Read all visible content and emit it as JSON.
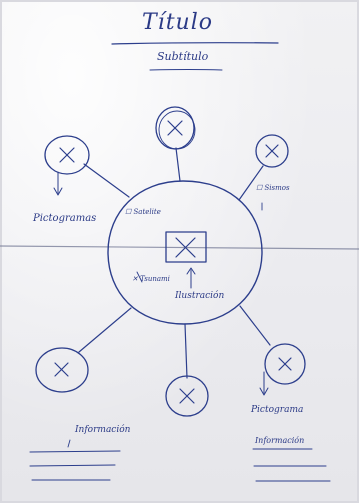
{
  "title": "Título",
  "subtitle": "Subtítulo",
  "labels": {
    "pictograma_left": "Pictogramas",
    "pictograma_right": "Pictograma",
    "center_caption": "Ilustración",
    "small_a": "☐ Satelite",
    "small_b": "☐ Sismos",
    "small_c": "✕ Tsunami",
    "info_left": "Información",
    "info_right": "Información"
  },
  "colors": {
    "ink": "#2c3e8c",
    "paper": "#ececf0",
    "fold_line": "#7a7f9a"
  }
}
